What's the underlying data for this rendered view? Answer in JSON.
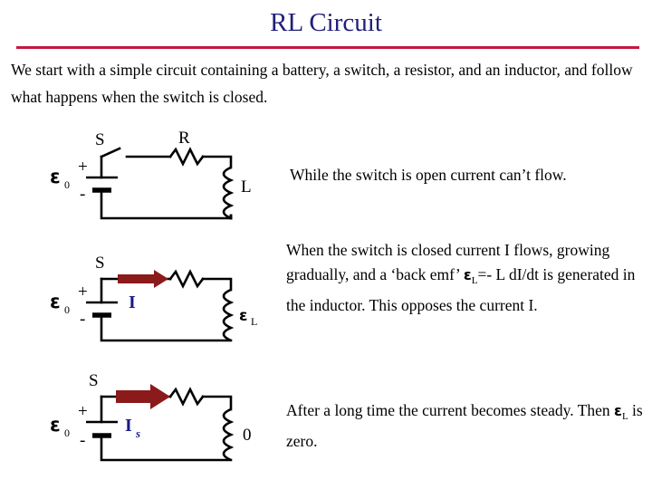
{
  "slide": {
    "title": "RL Circuit",
    "rule_color": "#c6173f",
    "title_color": "#20207a",
    "intro": "We start with a simple circuit containing a battery, a switch, a resistor, and an inductor, and follow what happens when the switch is closed."
  },
  "notes": [
    {
      "id": "note-open-switch",
      "text": "While the switch is open current can’t flow."
    },
    {
      "id": "note-closed-switch",
      "part1": "When the switch is closed current I flows, growing gradually, and a ‘back emf’ ",
      "eps": "ε",
      "eps_sub": "L",
      "part2": "=- L dI/dt  is generated in the inductor. This opposes the current I."
    },
    {
      "id": "note-steady-state",
      "part1": "After a long time the current becomes steady. Then ",
      "eps": "ε",
      "eps_sub": "L",
      "part2": " is zero."
    }
  ],
  "circuits": [
    {
      "id": "circuit-open",
      "switch_label": "S",
      "switch_state": "open",
      "battery_symbol": "ε",
      "battery_sub": "0",
      "plus_sign": "+",
      "minus_sign": "-",
      "resistor_label": "R",
      "inductor_label": "L",
      "current_label": "",
      "current_sub": "",
      "arrow_color": "#8b1a1a",
      "current_color": "#1a1a8c"
    },
    {
      "id": "circuit-closed",
      "switch_label": "S",
      "switch_state": "closed",
      "battery_symbol": "ε",
      "battery_sub": "0",
      "plus_sign": "+",
      "minus_sign": "-",
      "resistor_label": "",
      "inductor_label": "ε",
      "inductor_sub": "L",
      "current_label": "I",
      "current_sub": "",
      "arrow_color": "#8b1a1a",
      "current_color": "#1a1a8c"
    },
    {
      "id": "circuit-steady",
      "switch_label": "S",
      "switch_state": "closed",
      "battery_symbol": "ε",
      "battery_sub": "0",
      "plus_sign": "+",
      "minus_sign": "-",
      "resistor_label": "",
      "inductor_label": "0",
      "inductor_sub": "",
      "current_label": "I",
      "current_sub": "s",
      "arrow_color": "#8b1a1a",
      "current_color": "#1a1a8c"
    }
  ]
}
